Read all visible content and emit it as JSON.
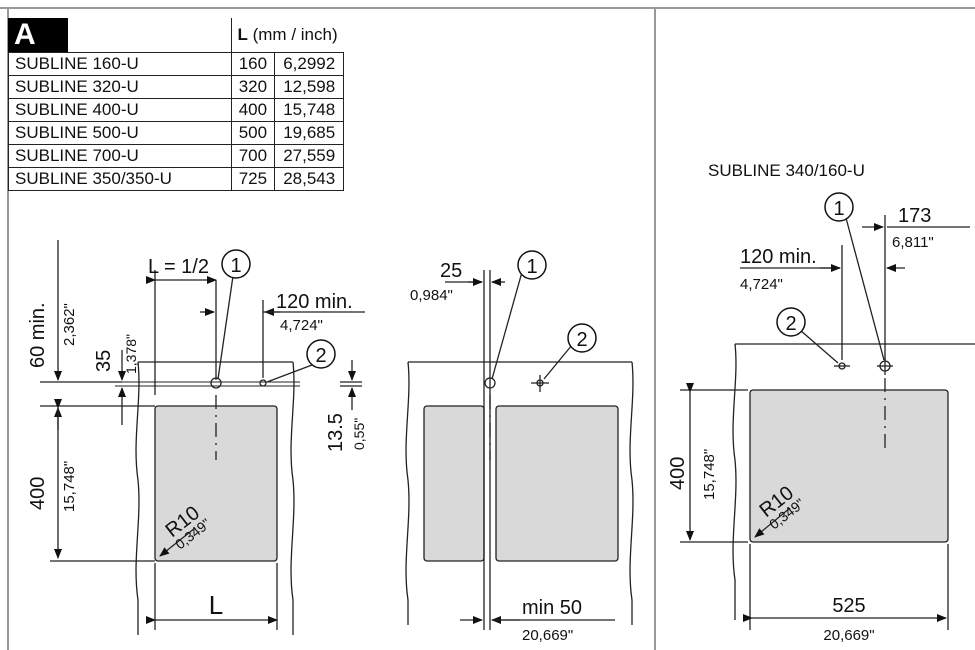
{
  "section_label": "A",
  "table": {
    "header_L": "L",
    "header_unit": " (mm / inch)",
    "rows": [
      {
        "model": "SUBLINE 160-U",
        "mm": "160",
        "inch": "6,2992"
      },
      {
        "model": "SUBLINE 320-U",
        "mm": "320",
        "inch": "12,598"
      },
      {
        "model": "SUBLINE 400-U",
        "mm": "400",
        "inch": "15,748"
      },
      {
        "model": "SUBLINE 500-U",
        "mm": "500",
        "inch": "19,685"
      },
      {
        "model": "SUBLINE 700-U",
        "mm": "700",
        "inch": "27,559"
      },
      {
        "model": "SUBLINE 350/350-U",
        "mm": "725",
        "inch": "28,543"
      }
    ]
  },
  "drawing1": {
    "half_L": "L = 1/2",
    "min120": "120 min.",
    "in4724": "4,724\"",
    "min60": "60 min.",
    "in2362": "2,362\"",
    "d35": "35",
    "in1378": "1,378\"",
    "d13_5": "13.5",
    "in055": "0,55\"",
    "d400": "400",
    "in15748": "15,748\"",
    "r10": "R10",
    "in0349": "0,349\"",
    "L": "L",
    "callout1": "1",
    "callout2": "2"
  },
  "drawing2": {
    "d25": "25",
    "in0984": "0,984\"",
    "min50": "min 50",
    "in20669": "20,669\"",
    "callout1": "1",
    "callout2": "2"
  },
  "drawing3": {
    "title": "SUBLINE 340/160-U",
    "d173": "173",
    "in6811": "6,811\"",
    "min120": "120 min.",
    "in4724": "4,724\"",
    "d400": "400",
    "in15748": "15,748\"",
    "r10": "R10",
    "in0349": "0,349\"",
    "d525": "525",
    "in20669": "20,669\"",
    "callout1": "1",
    "callout2": "2"
  }
}
